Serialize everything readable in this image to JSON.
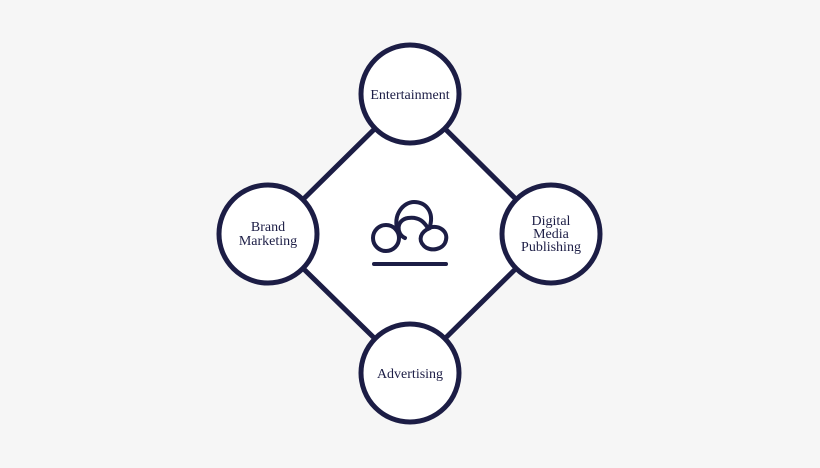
{
  "diagram": {
    "nodes": {
      "top": {
        "lines": [
          "Entertainment"
        ]
      },
      "left": {
        "lines": [
          "Brand",
          "Marketing"
        ]
      },
      "right": {
        "lines": [
          "Digital",
          "Media",
          "Publishing"
        ]
      },
      "bottom": {
        "lines": [
          "Advertising"
        ]
      }
    },
    "center_icon": "cloud-logo-icon",
    "colors": {
      "background": "#f6f6f6",
      "stroke": "#1c1d45",
      "node_fill": "#ffffff",
      "diamond_fill": "#ffffff"
    }
  }
}
